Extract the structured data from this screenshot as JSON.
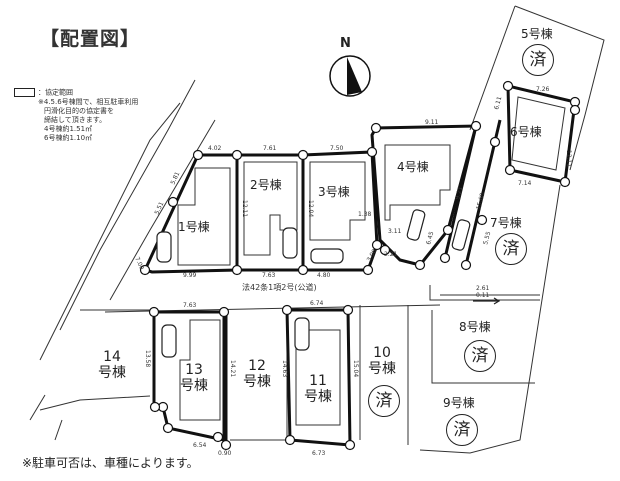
{
  "title": "【配置図】",
  "legend": {
    "box_label": "：協定範囲",
    "notes": [
      "※4.5.6号棟間で、相互駐車利用",
      "円滑化目的の協定書を",
      "締結して頂きます。",
      "4号棟約1.51㎡",
      "6号棟約1.10㎡"
    ]
  },
  "compass": {
    "label": "N"
  },
  "road_label": "法42条1項2号(公道)",
  "footnote": "※駐車可否は、車種によります。",
  "sold_mark": "済",
  "lots": [
    {
      "id": "1",
      "label": "1号棟",
      "sold": false
    },
    {
      "id": "2",
      "label": "2号棟",
      "sold": false
    },
    {
      "id": "3",
      "label": "3号棟",
      "sold": false
    },
    {
      "id": "4",
      "label": "4号棟",
      "sold": false
    },
    {
      "id": "5",
      "label": "5号棟",
      "sold": true
    },
    {
      "id": "6",
      "label": "6号棟",
      "sold": false
    },
    {
      "id": "7",
      "label": "7号棟",
      "sold": true
    },
    {
      "id": "8",
      "label": "8号棟",
      "sold": true
    },
    {
      "id": "9",
      "label": "9号棟",
      "sold": true
    },
    {
      "id": "10",
      "label_num": "10",
      "label_suffix": "号棟",
      "sold": true
    },
    {
      "id": "11",
      "label_num": "11",
      "label_suffix": "号棟",
      "sold": false
    },
    {
      "id": "12",
      "label_num": "12",
      "label_suffix": "号棟",
      "sold": false
    },
    {
      "id": "13",
      "label_num": "13",
      "label_suffix": "号棟",
      "sold": false
    },
    {
      "id": "14",
      "label_num": "14",
      "label_suffix": "号棟",
      "sold": false
    }
  ],
  "dimensions": {
    "d_402": "4.02",
    "d_761a": "7.61",
    "d_750": "7.50",
    "d_911": "9.11",
    "d_726": "7.26",
    "d_611": "6.11",
    "d_714": "7.14",
    "d_999": "9.99",
    "d_763a": "7.63",
    "d_480": "4.80",
    "d_763b": "7.63",
    "d_674": "6.74",
    "d_673": "6.73",
    "d_654": "6.54",
    "d_090": "0.90",
    "d_1204": "12.04",
    "d_1211": "12.11",
    "d_1358": "13.58",
    "d_1421": "14.21",
    "d_1463": "14.63",
    "d_1504": "15.04",
    "d_1568": "15.68",
    "d_921": "9.21",
    "d_645": "6.45",
    "d_555": "5.55",
    "d_551": "5.51",
    "d_581": "5.81",
    "d_700": "7.00",
    "d_311": "3.11",
    "d_221": "2.21",
    "d_261": "2.61",
    "d_011": "0.11",
    "d_138": "1.38",
    "d_390": "3.90"
  }
}
